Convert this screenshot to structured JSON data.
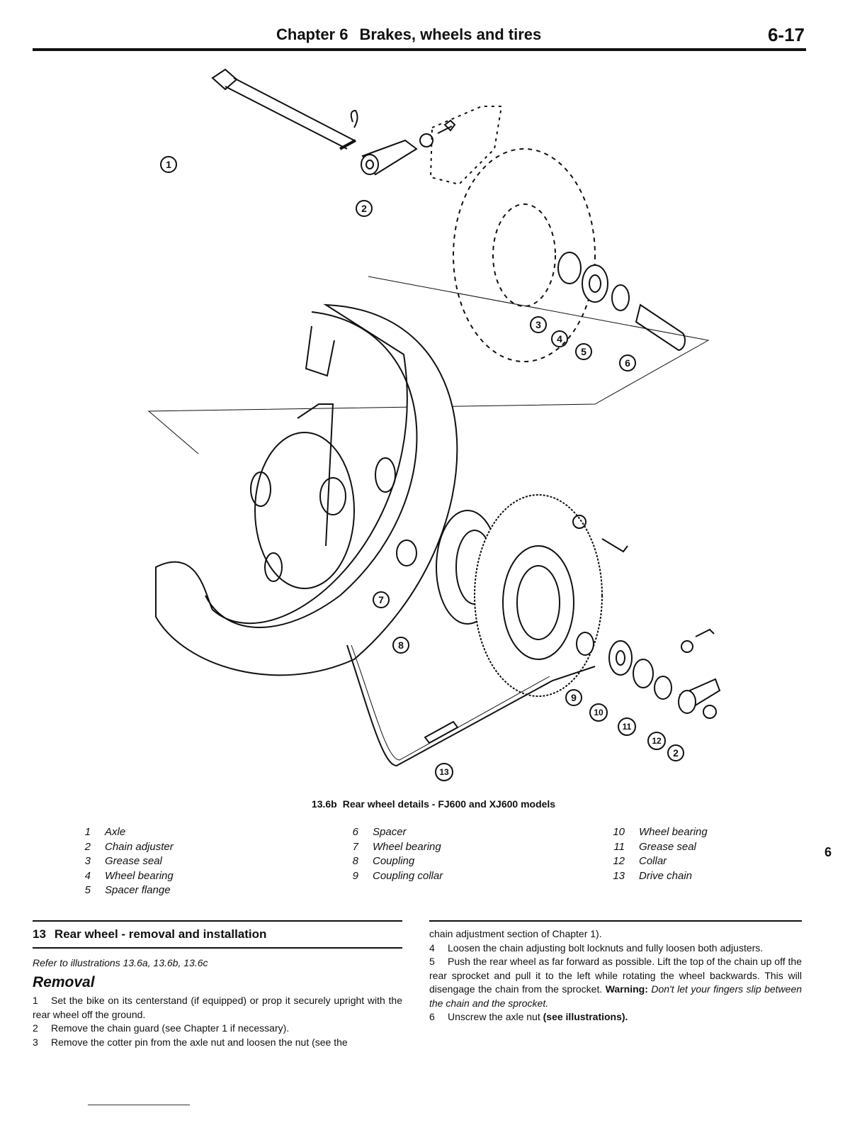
{
  "header": {
    "chapter": "Chapter 6",
    "title": "Brakes, wheels and tires",
    "page_number": "6-17"
  },
  "figure": {
    "callouts": [
      "1",
      "2",
      "3",
      "4",
      "5",
      "6",
      "7",
      "8",
      "9",
      "10",
      "11",
      "12",
      "13",
      "2"
    ],
    "caption_number": "13.6b",
    "caption_text": "Rear wheel details - FJ600 and XJ600 models"
  },
  "legend": {
    "col1": [
      {
        "n": "1",
        "label": "Axle"
      },
      {
        "n": "2",
        "label": "Chain adjuster"
      },
      {
        "n": "3",
        "label": "Grease seal"
      },
      {
        "n": "4",
        "label": "Wheel bearing"
      },
      {
        "n": "5",
        "label": "Spacer flange"
      }
    ],
    "col2": [
      {
        "n": "6",
        "label": "Spacer"
      },
      {
        "n": "7",
        "label": "Wheel bearing"
      },
      {
        "n": "8",
        "label": "Coupling"
      },
      {
        "n": "9",
        "label": "Coupling collar"
      }
    ],
    "col3": [
      {
        "n": "10",
        "label": "Wheel bearing"
      },
      {
        "n": "11",
        "label": "Grease seal"
      },
      {
        "n": "12",
        "label": "Collar"
      },
      {
        "n": "13",
        "label": "Drive chain"
      }
    ]
  },
  "side_tab": "6",
  "section": {
    "number": "13",
    "title": "Rear wheel - removal and installation",
    "refer": "Refer to illustrations 13.6a, 13.6b, 13.6c",
    "subheading": "Removal",
    "left_paragraphs": [
      {
        "n": "1",
        "text": "Set the bike on its centerstand (if equipped) or prop it securely upright with the rear wheel off the ground."
      },
      {
        "n": "2",
        "text": "Remove the chain guard (see Chapter 1 if necessary)."
      },
      {
        "n": "3",
        "text": "Remove the cotter pin from the axle nut and loosen the nut (see the"
      }
    ],
    "right_continuation": "chain adjustment section of Chapter 1).",
    "right_paragraphs": [
      {
        "n": "4",
        "text": "Loosen the chain adjusting bolt locknuts and fully loosen both adjusters."
      },
      {
        "n": "5",
        "text": "Push the rear wheel as far forward as possible. Lift the top of the chain up off the rear sprocket and pull it to the left while rotating the wheel backwards. This will disengage the chain from the sprocket."
      }
    ],
    "warning_label": "Warning:",
    "warning_text": "Don't let your fingers slip between the chain and the sprocket.",
    "p6_n": "6",
    "p6_text": "Unscrew the axle nut",
    "p6_ref": "(see illustrations)."
  }
}
